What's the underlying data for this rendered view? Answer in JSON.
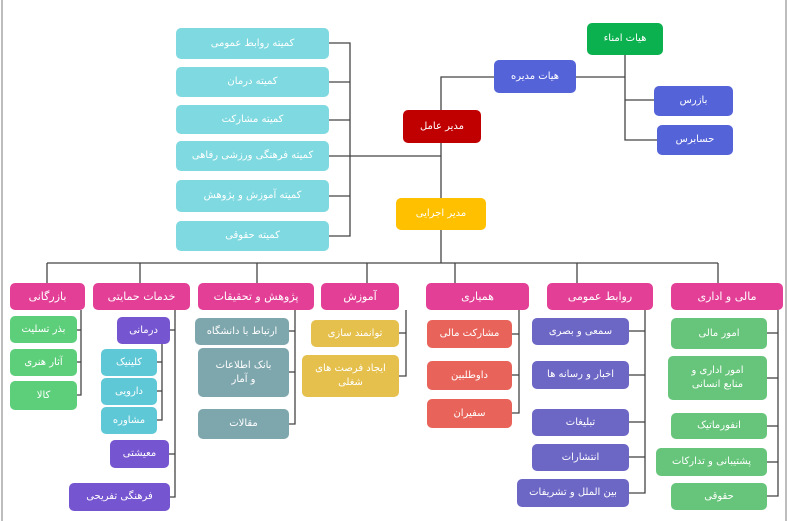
{
  "board_of_trustees": "هیات امناء",
  "board_of_directors": "هیات مدیره",
  "inspector": "بازرس",
  "auditor": "حسابرس",
  "ceo": "مدیر عامل",
  "executive_manager": "مدیر اجرایی",
  "committees": [
    "کمیته روابط عمومی",
    "کمیته درمان",
    "کمیته مشارکت",
    "کمیته فرهنگی ورزشی رفاهی",
    "کمیته آموزش و پژوهش",
    "کمیته حقوقی"
  ],
  "departments": {
    "commerce": {
      "label": "بازرگانی",
      "items": [
        "بذر تسلیت",
        "آثار هنری",
        "کالا"
      ]
    },
    "support": {
      "label": "خدمات حمایتی",
      "treatment": "درمانی",
      "treatment_items": [
        "کلینیک",
        "دارویی",
        "مشاوره"
      ],
      "items": [
        "معیشتی",
        "فرهنگی تفریحی"
      ]
    },
    "research": {
      "label": "پژوهش و تحقیقات",
      "items": [
        "ارتباط با دانشگاه",
        "بانک اطلاعات و آمار",
        "مقالات"
      ]
    },
    "education": {
      "label": "آموزش",
      "items": [
        "توانمند سازی",
        "ایجاد فرصت های شغلی"
      ]
    },
    "cooperation": {
      "label": "همیاری",
      "items": [
        "مشارکت مالی",
        "داوطلبین",
        "سفیران"
      ]
    },
    "public_relations": {
      "label": "روابط عمومی",
      "items": [
        "سمعی و بصری",
        "اخبار و رسانه ها",
        "تبلیغات",
        "انتشارات",
        "بین الملل و تشریفات"
      ]
    },
    "finance": {
      "label": "مالی و اداری",
      "items": [
        "امور مالی",
        "امور اداری و منابع انسانی",
        "انفورماتیک",
        "پشتیبانی و تدارکات",
        "حقوقی"
      ]
    }
  }
}
